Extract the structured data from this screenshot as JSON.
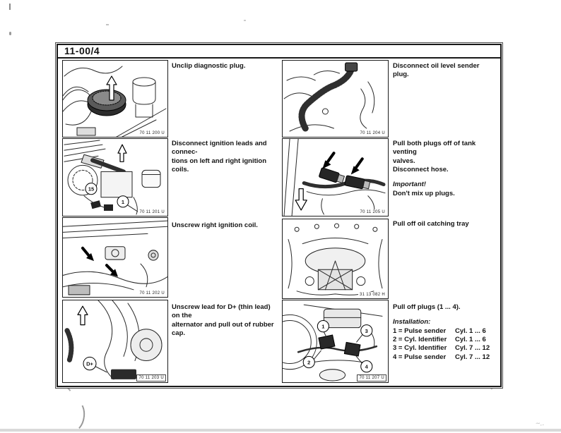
{
  "page": {
    "header_code": "11-00/4"
  },
  "panels": [
    {
      "name": "unclip-diagnostic-plug",
      "code": "70 11 200 U",
      "caption": [
        "Unclip diagnostic plug."
      ]
    },
    {
      "name": "disconnect-oil-level-sender-plug",
      "code": "70 11 204 U",
      "caption": [
        "Disconnect oil level sender plug."
      ]
    },
    {
      "name": "disconnect-ignition-leads",
      "code": "70 11 201 U",
      "caption": [
        "Disconnect ignition leads and connec-",
        "tions on left and right ignition coils."
      ],
      "callouts": [
        "15",
        "1"
      ]
    },
    {
      "name": "pull-plugs-tank-venting-valves",
      "code": "70 11 205 U",
      "caption": [
        "Pull both plugs off of tank venting",
        "valves.",
        "Disconnect hose."
      ],
      "note_label": "Important!",
      "note": "Don't mix up plugs."
    },
    {
      "name": "unscrew-right-ignition-coil",
      "code": "70 11 202 U",
      "caption": [
        "Unscrew right ignition coil."
      ]
    },
    {
      "name": "pull-off-oil-catching-tray",
      "code": "31 13 082 H",
      "caption": [
        "Pull off oil catching tray"
      ]
    },
    {
      "name": "unscrew-d-plus-lead",
      "code": "70 11 203 U",
      "caption": [
        "Unscrew lead for D+ (thin lead) on the",
        "alternator and pull out of rubber cap."
      ],
      "callouts": [
        "D+"
      ]
    },
    {
      "name": "pull-off-plugs",
      "code": "70 11 207 U",
      "caption": [
        "Pull off plugs (1 ... 4)."
      ],
      "installation": {
        "label": "Installation:",
        "rows": [
          {
            "item": "1 = Pulse sender",
            "cyl": "Cyl. 1 ... 6"
          },
          {
            "item": "2 = Cyl. Identifier",
            "cyl": "Cyl. 1 ... 6"
          },
          {
            "item": "3 = Cyl. Identifier",
            "cyl": "Cyl. 7 ... 12"
          },
          {
            "item": "4 = Pulse sender",
            "cyl": "Cyl. 7 ... 12"
          }
        ]
      },
      "callouts": [
        "1",
        "3",
        "2",
        "4"
      ]
    }
  ]
}
